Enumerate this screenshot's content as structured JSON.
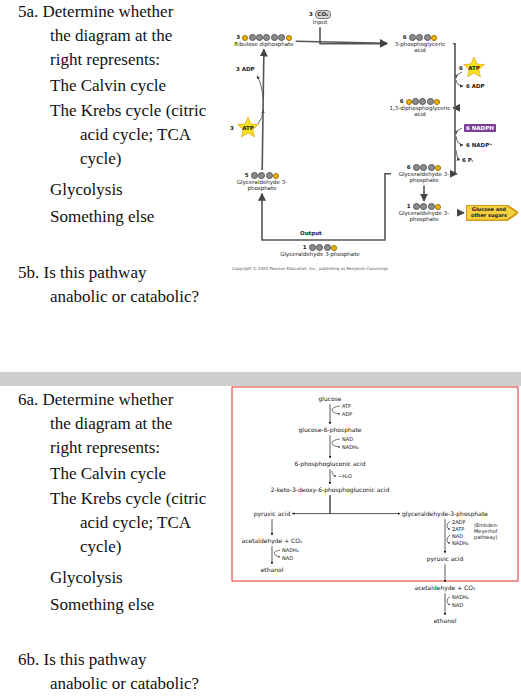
{
  "diagram": {
    "nodes": [
      {
        "text": [
          "3",
          "CO₂",
          "Input"
        ]
      },
      {
        "text": [
          "3",
          "Ribulose diphosphate"
        ]
      },
      {
        "text": [
          "6",
          "3-phosphoglyceric acid"
        ]
      },
      {
        "text": [
          "6",
          "1,3-diphosphoglyceric acid"
        ]
      },
      {
        "text": [
          "5",
          "Glyceraldehyde 3-phosphate"
        ]
      },
      {
        "text": [
          "6",
          "Glyceraldehyde 3-phosphate"
        ]
      },
      {
        "text": [
          "1",
          "Glyceraldehyde 3-phosphate"
        ]
      },
      {
        "text": [
          "1",
          "Glyceraldehyde 3-phosphate"
        ]
      },
      {
        "text": [
          "Glucose and other sugars"
        ]
      },
      {
        "text": [
          "glucose"
        ]
      },
      {
        "text": [
          "glucose-6-phosphate"
        ]
      },
      {
        "text": [
          "6-phosphogluconic acid"
        ]
      },
      {
        "text": [
          "2-keto-3-deoxy-6-phosphogluconic acid"
        ]
      },
      {
        "text": [
          "pyruvic acid"
        ]
      },
      {
        "text": [
          "glyceraldehyde-3-phosphate"
        ]
      },
      {
        "text": [
          "acetaldehyde + CO₂"
        ]
      },
      {
        "text": [
          "ethanol"
        ]
      },
      {
        "text": [
          "pyruvic acid"
        ]
      },
      {
        "text": [
          "acetaldehyde + CO₂"
        ]
      },
      {
        "text": [
          "ethanol"
        ]
      }
    ],
    "edges": [
      {
        "from": 0,
        "to": 2,
        "arrow": "to"
      },
      {
        "from": 1,
        "to": 2,
        "arrow": "to"
      },
      {
        "from": 2,
        "to": 3,
        "arrow": "to"
      },
      {
        "from": 3,
        "to": 5,
        "arrow": "to"
      },
      {
        "from": 5,
        "to": 6,
        "arrow": "to"
      },
      {
        "from": 6,
        "to": 8,
        "arrow": "to"
      },
      {
        "from": 5,
        "to": 4,
        "arrow": "to"
      },
      {
        "from": 4,
        "to": 1,
        "arrow": "to"
      },
      {
        "from": 9,
        "to": 10,
        "arrow": "to"
      },
      {
        "from": 10,
        "to": 11,
        "arrow": "to"
      },
      {
        "from": 11,
        "to": 12,
        "arrow": "to"
      },
      {
        "from": 12,
        "to": 13,
        "arrow": "to"
      },
      {
        "from": 12,
        "to": 14,
        "arrow": "to"
      },
      {
        "from": 13,
        "to": 15,
        "arrow": "to"
      },
      {
        "from": 15,
        "to": 16,
        "arrow": "to"
      },
      {
        "from": 14,
        "to": 17,
        "arrow": "to"
      },
      {
        "from": 17,
        "to": 18,
        "arrow": "to"
      },
      {
        "from": 18,
        "to": 19,
        "arrow": "to"
      }
    ],
    "labels": [
      "5a. Determine whether the diagram at the right represents:",
      "The Calvin cycle",
      "The Krebs cycle (citric acid cycle; TCA cycle)",
      "Glycolysis",
      "Something else",
      "5b. Is this pathway anabolic or catabolic?",
      "3 ADP",
      "3",
      "ATP",
      "6",
      "ATP",
      "6 ADP",
      "6 NADPH",
      "6 NADP⁺",
      "6 Pᵢ",
      "Output",
      "Copyright © 2004 Pearson Education, Inc., publishing as Benjamin Cummings",
      "6a. Determine whether the diagram at the right represents:",
      "The Calvin cycle",
      "The Krebs cycle (citric acid cycle; TCA cycle)",
      "Glycolysis",
      "Something else",
      "6b. Is this pathway anabolic or catabolic?",
      "ATP",
      "ADP",
      "NAD",
      "NADH₂",
      "−H₂O",
      "2ADP",
      "2ATP",
      "NAD",
      "NADH₂",
      "(Embden-Meyerhof pathway)",
      "NADH₂",
      "NAD",
      "NADH₂",
      "NAD"
    ]
  }
}
